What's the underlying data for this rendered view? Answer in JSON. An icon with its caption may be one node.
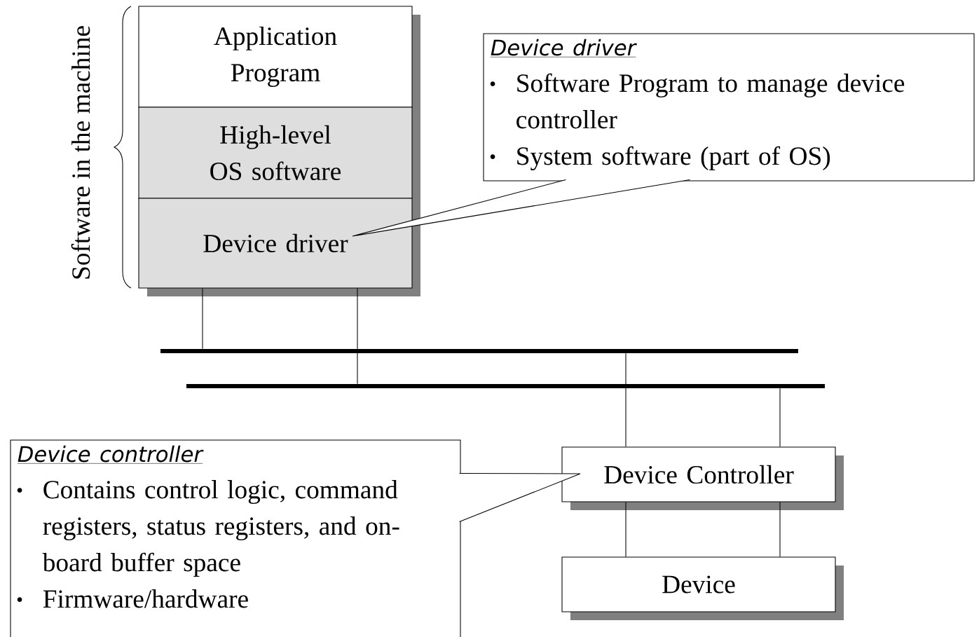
{
  "diagram": {
    "nodes": [
      {
        "text": [
          "Application Program"
        ]
      },
      {
        "text": [
          "High-level OS software"
        ]
      },
      {
        "text": [
          "Device driver"
        ]
      },
      {
        "text": [],
        "shape": "bar"
      },
      {
        "text": [],
        "shape": "bar"
      },
      {
        "text": [
          "Device Controller"
        ]
      },
      {
        "text": [
          "Device"
        ]
      },
      {
        "text": [
          "Device driver",
          "Software Program to manage device controller",
          "System software (part of OS)"
        ]
      },
      {
        "text": [
          "Device controller",
          "Contains control logic, command registers, status registers, and on-board buffer space",
          "Firmware/hardware"
        ]
      }
    ],
    "edges": [
      {
        "from": 2,
        "to": 3,
        "arrow": "none"
      },
      {
        "from": 2,
        "to": 4,
        "arrow": "none"
      },
      {
        "from": 3,
        "to": 5,
        "arrow": "none"
      },
      {
        "from": 4,
        "to": 5,
        "arrow": "none"
      },
      {
        "from": 5,
        "to": 6,
        "arrow": "none"
      },
      {
        "from": 5,
        "to": 6,
        "arrow": "none"
      },
      {
        "from": 7,
        "to": 2,
        "arrow": "none"
      },
      {
        "from": 8,
        "to": 5,
        "arrow": "none"
      }
    ],
    "labels": [
      "Software in the machine"
    ]
  }
}
